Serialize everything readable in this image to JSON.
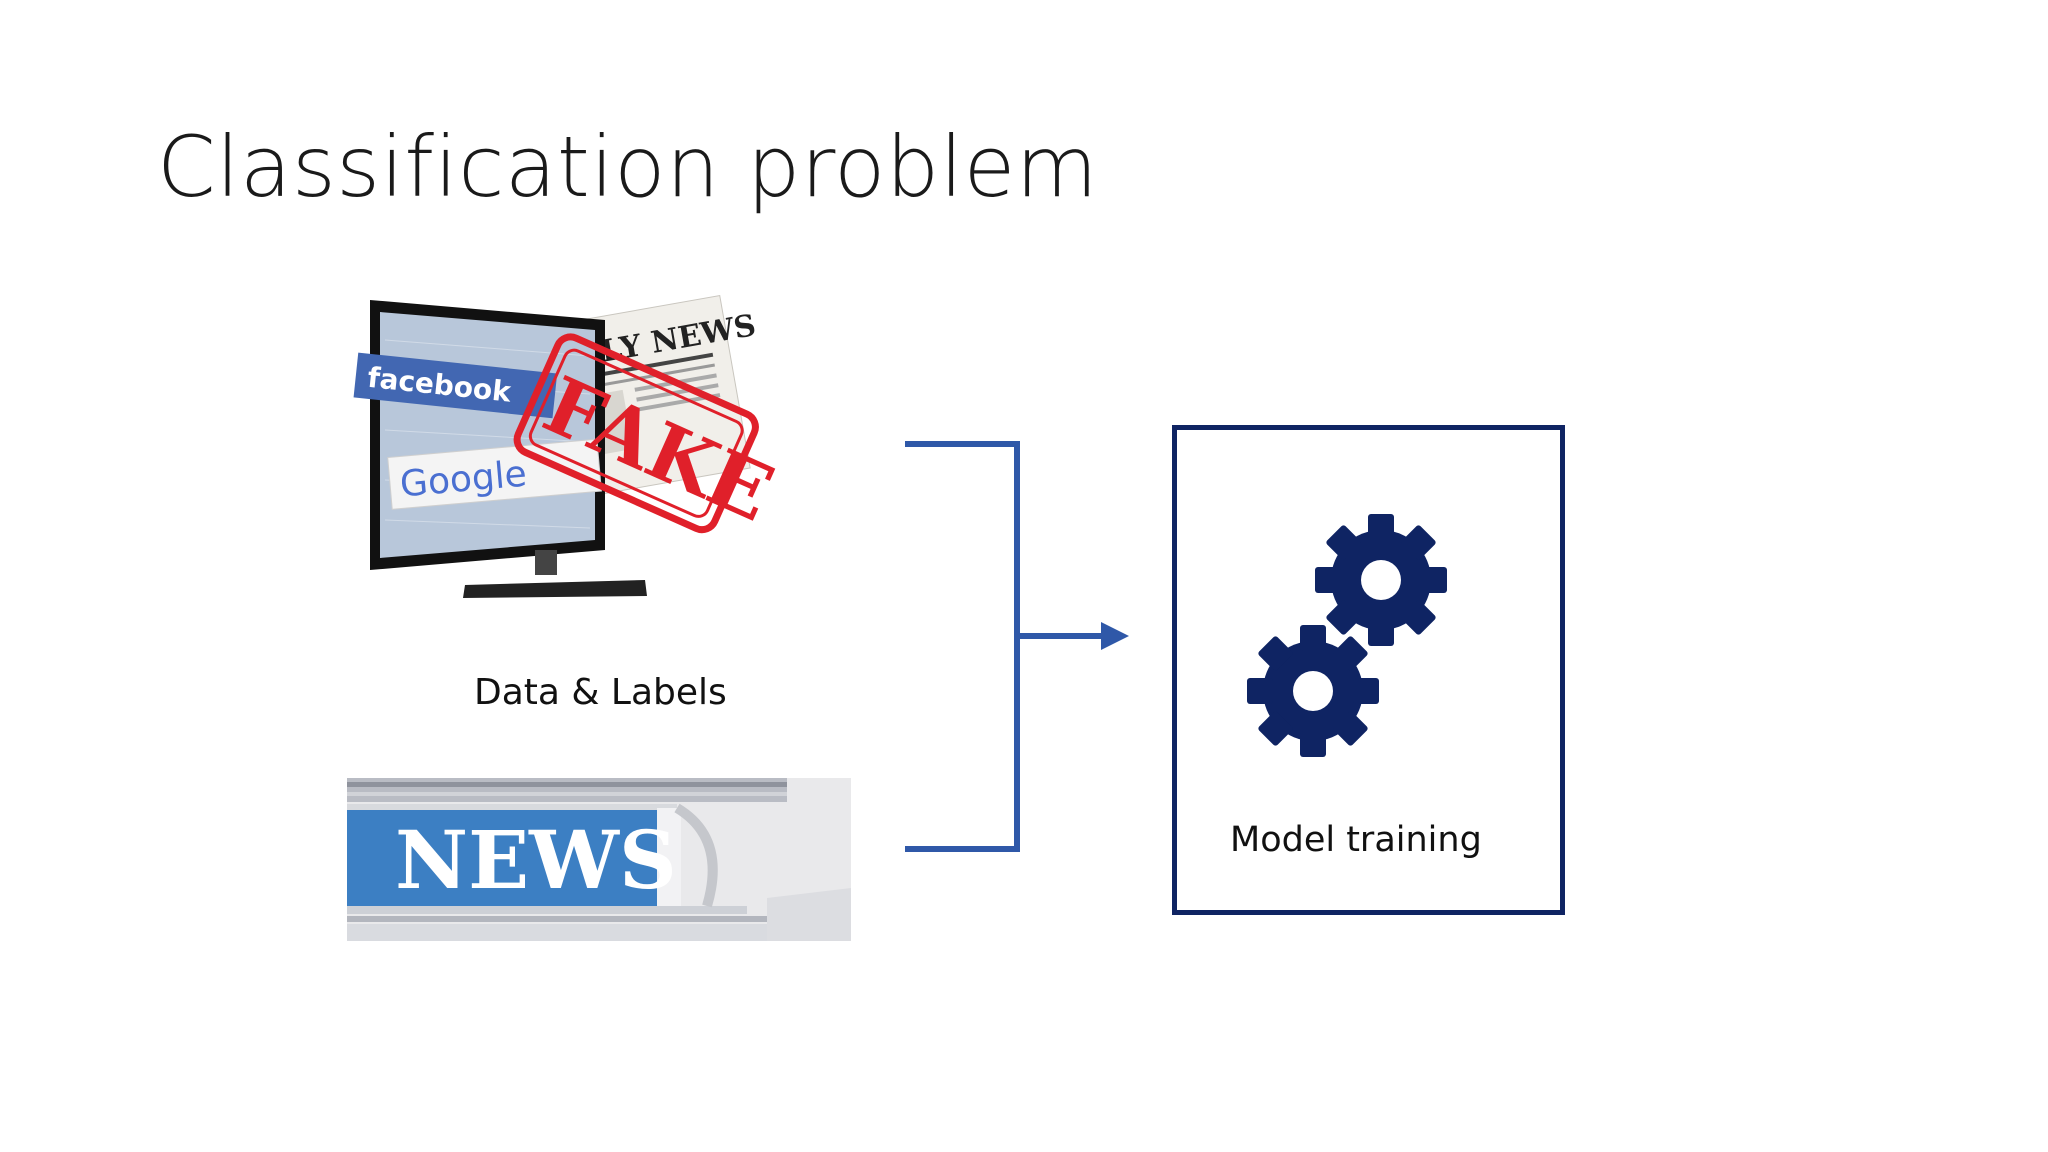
{
  "title": "Classification problem",
  "data_label": "Data & Labels",
  "model_label": "Model training",
  "fake_image": {
    "brands": [
      "facebook",
      "Google"
    ],
    "newspaper_headline": "DAILY NEWS",
    "stamp": "FAKE"
  },
  "news_image": {
    "headline": "NEWS"
  },
  "icons": {
    "model": "gears-icon"
  },
  "colors": {
    "connector": "#2f58a8",
    "box_border": "#0f2463",
    "gear": "#0f2463",
    "stamp": "#e0202a"
  }
}
